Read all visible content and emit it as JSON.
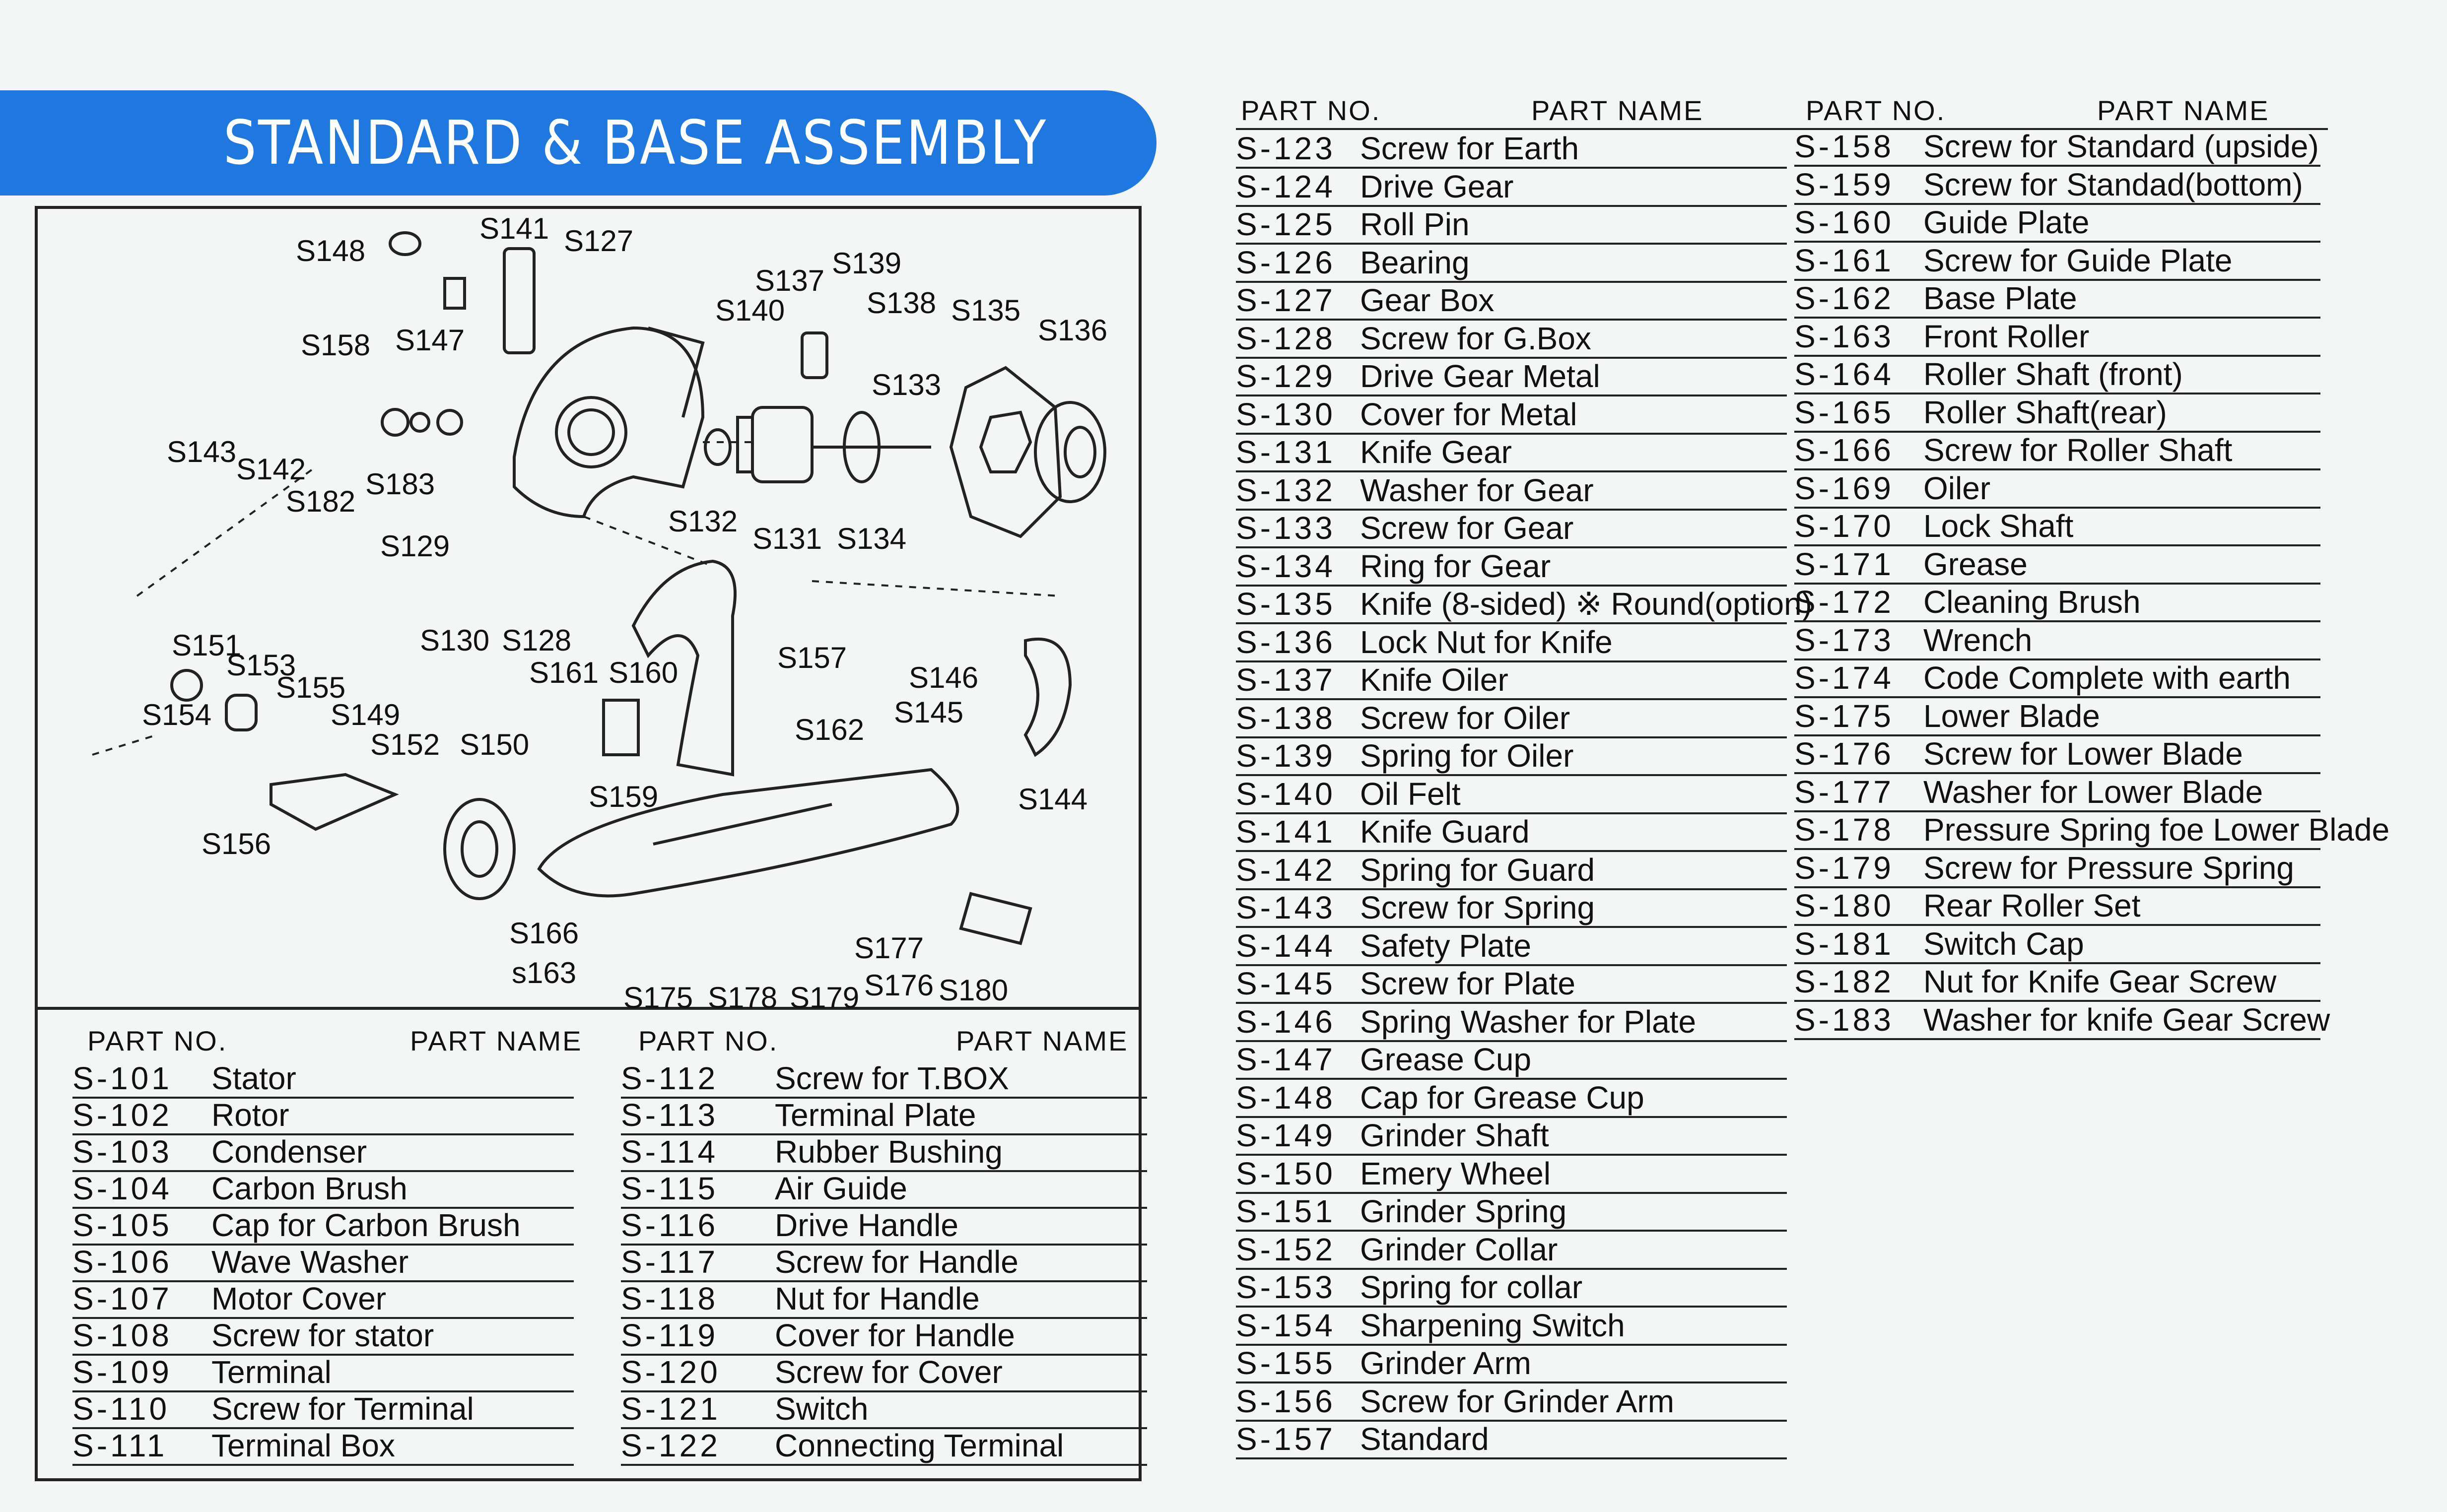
{
  "title": "STANDARD & BASE ASSEMBLY",
  "colors": {
    "banner": "#1f78e0",
    "ink": "#111111",
    "background": "#f4f6f5"
  },
  "headers": {
    "part_no": "PART  NO.",
    "part_name": "PART  NAME"
  },
  "diagram_labels": [
    "S148",
    "S141",
    "S127",
    "S137",
    "S139",
    "S138",
    "S140",
    "S135",
    "S136",
    "S158",
    "S147",
    "S133",
    "S143",
    "S142",
    "S182",
    "S183",
    "S132",
    "S131",
    "S134",
    "S129",
    "S130",
    "S128",
    "S151",
    "S153",
    "S161",
    "S160",
    "S157",
    "S146",
    "S145",
    "S155",
    "S154",
    "S149",
    "S152",
    "S150",
    "S162",
    "S159",
    "S144",
    "S156",
    "S166",
    "s163",
    "S175",
    "S178",
    "S179",
    "S177",
    "S176",
    "S180"
  ],
  "lower_left": [
    {
      "no": "S-101",
      "name": "Stator"
    },
    {
      "no": "S-102",
      "name": "Rotor"
    },
    {
      "no": "S-103",
      "name": "Condenser"
    },
    {
      "no": "S-104",
      "name": "Carbon Brush"
    },
    {
      "no": "S-105",
      "name": "Cap for Carbon Brush"
    },
    {
      "no": "S-106",
      "name": "Wave Washer"
    },
    {
      "no": "S-107",
      "name": "Motor Cover"
    },
    {
      "no": "S-108",
      "name": "Screw for stator"
    },
    {
      "no": "S-109",
      "name": "Terminal"
    },
    {
      "no": "S-110",
      "name": "Screw for Terminal"
    },
    {
      "no": "S-111",
      "name": "Terminal Box"
    }
  ],
  "lower_right": [
    {
      "no": "S-112",
      "name": "Screw for T.BOX"
    },
    {
      "no": "S-113",
      "name": "Terminal Plate"
    },
    {
      "no": "S-114",
      "name": "Rubber Bushing"
    },
    {
      "no": "S-115",
      "name": "Air Guide"
    },
    {
      "no": "S-116",
      "name": "Drive Handle"
    },
    {
      "no": "S-117",
      "name": "Screw for Handle"
    },
    {
      "no": "S-118",
      "name": "Nut for Handle"
    },
    {
      "no": "S-119",
      "name": "Cover for Handle"
    },
    {
      "no": "S-120",
      "name": "Screw for Cover"
    },
    {
      "no": "S-121",
      "name": "Switch"
    },
    {
      "no": "S-122",
      "name": "Connecting Terminal"
    }
  ],
  "mid_column": [
    {
      "no": "S-123",
      "name": "Screw for Earth"
    },
    {
      "no": "S-124",
      "name": "Drive Gear"
    },
    {
      "no": "S-125",
      "name": "Roll Pin"
    },
    {
      "no": "S-126",
      "name": "Bearing"
    },
    {
      "no": "S-127",
      "name": "Gear Box"
    },
    {
      "no": "S-128",
      "name": "Screw for G.Box"
    },
    {
      "no": "S-129",
      "name": "Drive Gear Metal"
    },
    {
      "no": "S-130",
      "name": "Cover for Metal"
    },
    {
      "no": "S-131",
      "name": "Knife Gear"
    },
    {
      "no": "S-132",
      "name": "Washer for Gear"
    },
    {
      "no": "S-133",
      "name": "Screw for Gear"
    },
    {
      "no": "S-134",
      "name": "Ring for Gear"
    },
    {
      "no": "S-135",
      "name": "Knife (8-sided) ※ Round(option)"
    },
    {
      "no": "S-136",
      "name": "Lock  Nut for Knife"
    },
    {
      "no": "S-137",
      "name": "Knife Oiler"
    },
    {
      "no": "S-138",
      "name": "Screw for Oiler"
    },
    {
      "no": "S-139",
      "name": "Spring for Oiler"
    },
    {
      "no": "S-140",
      "name": "Oil Felt"
    },
    {
      "no": "S-141",
      "name": "Knife Guard"
    },
    {
      "no": "S-142",
      "name": "Spring for Guard"
    },
    {
      "no": "S-143",
      "name": "Screw for Spring"
    },
    {
      "no": "S-144",
      "name": "Safety Plate"
    },
    {
      "no": "S-145",
      "name": "Screw for Plate"
    },
    {
      "no": "S-146",
      "name": "Spring Washer for Plate"
    },
    {
      "no": "S-147",
      "name": "Grease Cup"
    },
    {
      "no": "S-148",
      "name": "Cap for Grease Cup"
    },
    {
      "no": "S-149",
      "name": "Grinder Shaft"
    },
    {
      "no": "S-150",
      "name": "Emery Wheel"
    },
    {
      "no": "S-151",
      "name": "Grinder Spring"
    },
    {
      "no": "S-152",
      "name": "Grinder Collar"
    },
    {
      "no": "S-153",
      "name": "Spring for collar"
    },
    {
      "no": "S-154",
      "name": "Sharpening Switch"
    },
    {
      "no": "S-155",
      "name": "Grinder Arm"
    },
    {
      "no": "S-156",
      "name": "Screw for Grinder Arm"
    },
    {
      "no": "S-157",
      "name": "Standard"
    }
  ],
  "right_column": [
    {
      "no": "S-158",
      "name": "Screw for Standard (upside)"
    },
    {
      "no": "S-159",
      "name": "Screw for Standad(bottom)"
    },
    {
      "no": "S-160",
      "name": "Guide Plate"
    },
    {
      "no": "S-161",
      "name": "Screw for Guide Plate"
    },
    {
      "no": "S-162",
      "name": "Base Plate"
    },
    {
      "no": "S-163",
      "name": "Front Roller"
    },
    {
      "no": "S-164",
      "name": "Roller Shaft (front)"
    },
    {
      "no": "S-165",
      "name": "Roller Shaft(rear)"
    },
    {
      "no": "S-166",
      "name": "Screw for Roller Shaft"
    },
    {
      "no": "S-169",
      "name": "Oiler"
    },
    {
      "no": "S-170",
      "name": "Lock Shaft"
    },
    {
      "no": "S-171",
      "name": "Grease"
    },
    {
      "no": "S-172",
      "name": "Cleaning Brush"
    },
    {
      "no": "S-173",
      "name": "Wrench"
    },
    {
      "no": "S-174",
      "name": "Code Complete with earth"
    },
    {
      "no": "S-175",
      "name": "Lower Blade"
    },
    {
      "no": "S-176",
      "name": "Screw for Lower Blade"
    },
    {
      "no": "S-177",
      "name": "Washer for Lower Blade"
    },
    {
      "no": "S-178",
      "name": "Pressure Spring foe Lower Blade"
    },
    {
      "no": "S-179",
      "name": "Screw for Pressure Spring"
    },
    {
      "no": "S-180",
      "name": "Rear Roller Set"
    },
    {
      "no": "S-181",
      "name": "Switch Cap"
    },
    {
      "no": "S-182",
      "name": "Nut for Knife Gear Screw"
    },
    {
      "no": "S-183",
      "name": "Washer for knife  Gear Screw"
    }
  ]
}
